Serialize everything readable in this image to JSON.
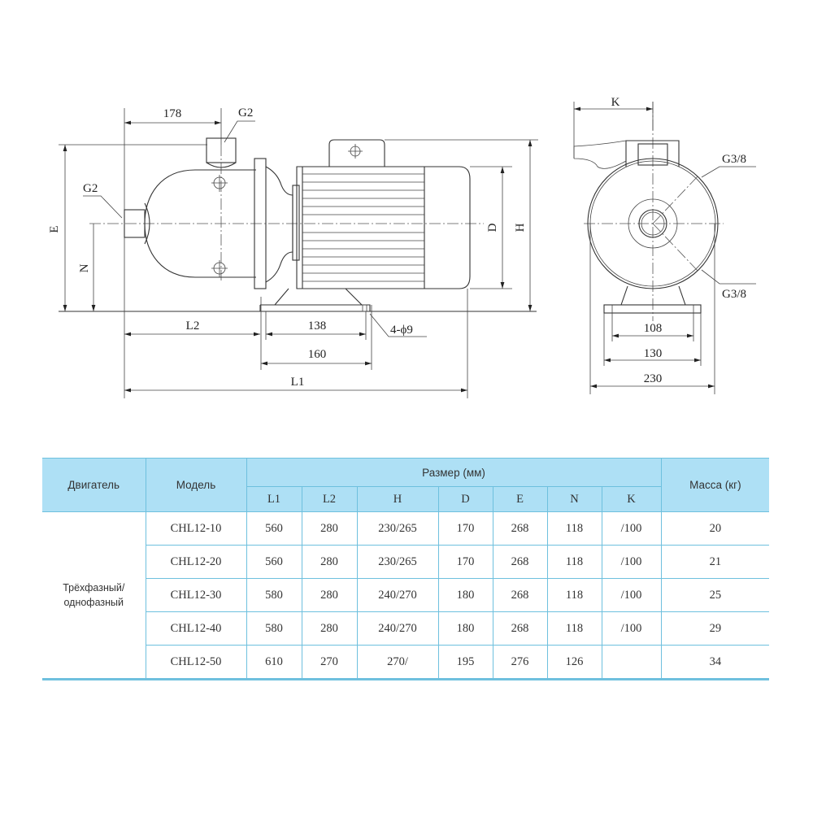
{
  "drawing": {
    "side_view": {
      "dim_178": "178",
      "outlet_top": "G2",
      "inlet_left": "G2",
      "dim_E": "E",
      "dim_N": "N",
      "dim_D": "D",
      "dim_H": "H",
      "dim_L2": "L2",
      "dim_138": "138",
      "dim_160": "160",
      "dim_L1": "L1",
      "holes": "4-ϕ9"
    },
    "end_view": {
      "dim_K": "K",
      "plug_top": "G3/8",
      "plug_bottom": "G3/8",
      "dim_108": "108",
      "dim_130": "130",
      "dim_230": "230"
    }
  },
  "table": {
    "headers": {
      "motor": "Двигатель",
      "model": "Модель",
      "size": "Размер (мм)",
      "mass": "Масса (кг)",
      "dims": [
        "L1",
        "L2",
        "H",
        "D",
        "E",
        "N",
        "K"
      ]
    },
    "motor_type": "Трёхфазный/ однофазный",
    "rows": [
      {
        "model": "CHL12-10",
        "L1": "560",
        "L2": "280",
        "H": "230/265",
        "D": "170",
        "E": "268",
        "N": "118",
        "K": "/100",
        "mass": "20"
      },
      {
        "model": "CHL12-20",
        "L1": "560",
        "L2": "280",
        "H": "230/265",
        "D": "170",
        "E": "268",
        "N": "118",
        "K": "/100",
        "mass": "21"
      },
      {
        "model": "CHL12-30",
        "L1": "580",
        "L2": "280",
        "H": "240/270",
        "D": "180",
        "E": "268",
        "N": "118",
        "K": "/100",
        "mass": "25"
      },
      {
        "model": "CHL12-40",
        "L1": "580",
        "L2": "280",
        "H": "240/270",
        "D": "180",
        "E": "268",
        "N": "118",
        "K": "/100",
        "mass": "29"
      },
      {
        "model": "CHL12-50",
        "L1": "610",
        "L2": "270",
        "H": "270/",
        "D": "195",
        "E": "276",
        "N": "126",
        "K": "",
        "mass": "34"
      }
    ]
  }
}
